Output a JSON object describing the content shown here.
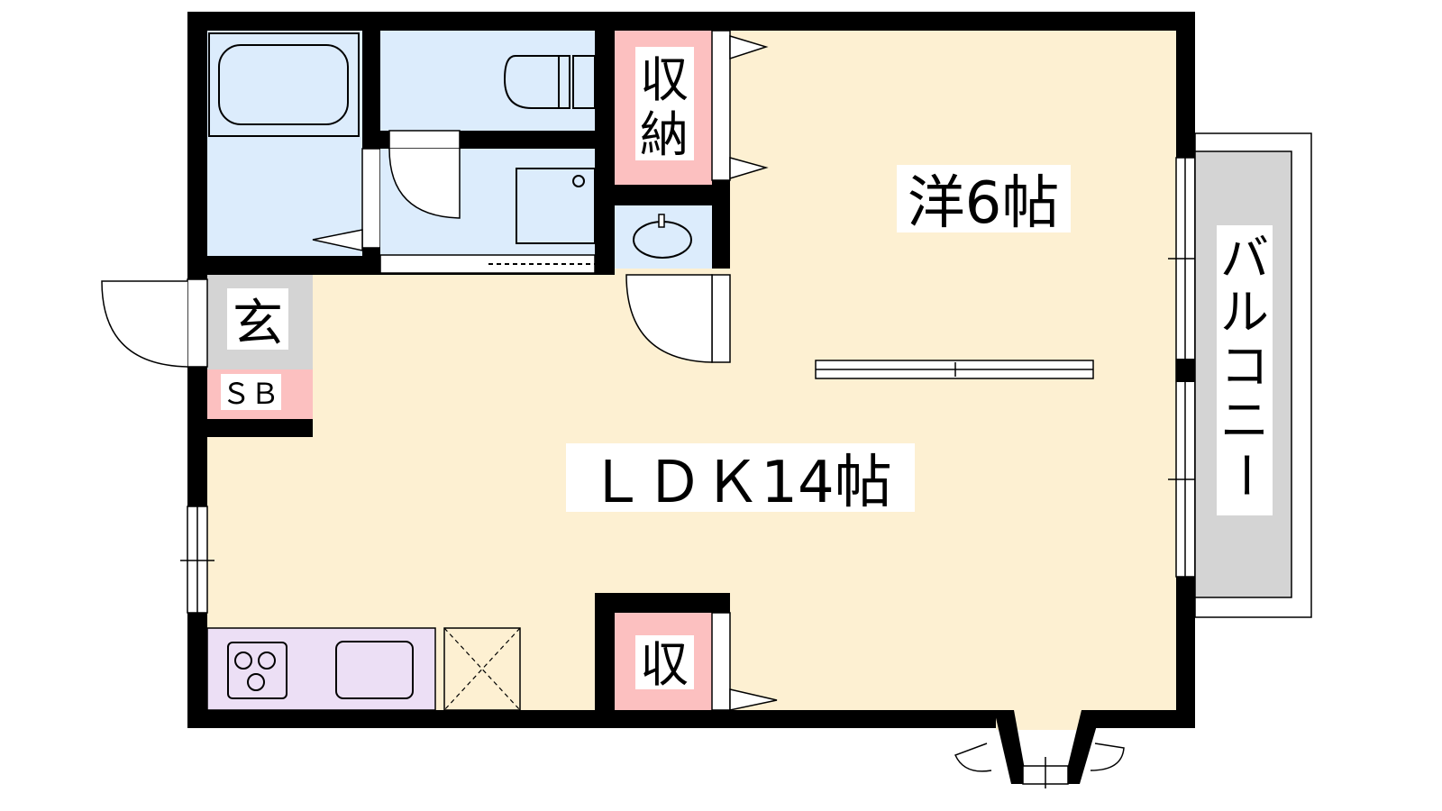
{
  "rooms": {
    "western": "洋6帖",
    "ldk": "ＬＤＫ14帖",
    "balcony": [
      "バ",
      "ル",
      "コ",
      "ニ",
      "ー"
    ],
    "entrance": "玄",
    "shoe_box": "ＳＢ",
    "storage_top": [
      "収",
      "納"
    ],
    "storage_bottom": "収"
  },
  "colors": {
    "wall": "#000000",
    "living": "#fdf0d2",
    "wet": "#dcecfc",
    "storage": "#fcc0c0",
    "entrance": "#d4d4d4",
    "kitchen": "#ecdff5",
    "balcony": "#d4d4d4"
  }
}
